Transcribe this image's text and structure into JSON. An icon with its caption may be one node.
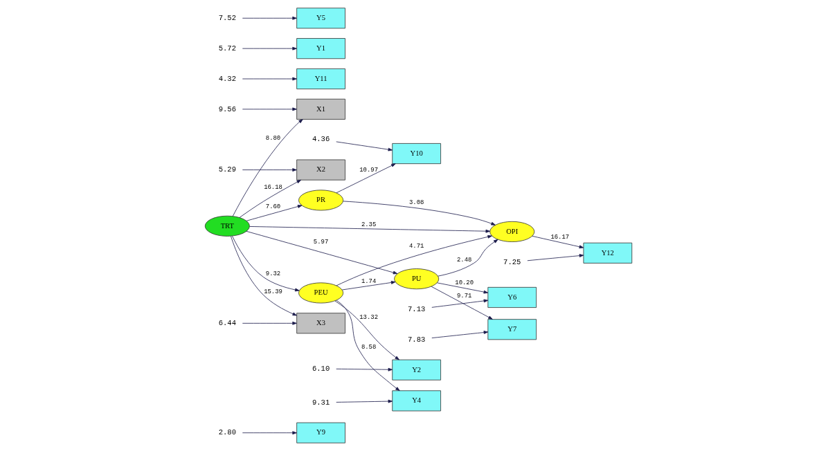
{
  "diagram": {
    "nodes": [
      {
        "text": [
          "Y9"
        ]
      },
      {
        "text": [
          "Y10"
        ]
      },
      {
        "text": [
          "X1"
        ]
      },
      {
        "text": [
          "PR"
        ]
      },
      {
        "text": [
          "Y11"
        ]
      },
      {
        "text": [
          "X2"
        ]
      },
      {
        "text": [
          "TRT"
        ]
      },
      {
        "text": [
          "OPI"
        ]
      },
      {
        "text": [
          "Y12"
        ]
      },
      {
        "text": [
          "X3"
        ]
      },
      {
        "text": [
          "PEU"
        ]
      },
      {
        "text": [
          "PU"
        ]
      },
      {
        "text": [
          "Y1"
        ]
      },
      {
        "text": [
          "Y2"
        ]
      },
      {
        "text": [
          "Y4"
        ]
      },
      {
        "text": [
          "Y5"
        ]
      },
      {
        "text": [
          "Y6"
        ]
      },
      {
        "text": [
          "Y7"
        ]
      },
      {
        "text": [
          "2.80"
        ]
      },
      {
        "text": [
          "4.36"
        ]
      },
      {
        "text": [
          "9.56"
        ]
      },
      {
        "text": [
          "4.32"
        ]
      },
      {
        "text": [
          "5.29"
        ]
      },
      {
        "text": [
          "7.25"
        ]
      },
      {
        "text": [
          "6.44"
        ]
      },
      {
        "text": [
          "5.72"
        ]
      },
      {
        "text": [
          "6.10"
        ]
      },
      {
        "text": [
          "9.31"
        ]
      },
      {
        "text": [
          "7.52"
        ]
      },
      {
        "text": [
          "7.13"
        ]
      },
      {
        "text": [
          "7.83"
        ]
      }
    ],
    "edges": [
      {
        "from": 6,
        "to": 2,
        "arrow": "to",
        "label": "8.80"
      },
      {
        "from": 6,
        "to": 5,
        "arrow": "to",
        "label": "16.18"
      },
      {
        "from": 6,
        "to": 9,
        "arrow": "to",
        "label": "15.39"
      },
      {
        "from": 6,
        "to": 3,
        "arrow": "to",
        "label": "7.60"
      },
      {
        "from": 6,
        "to": 7,
        "arrow": "to",
        "label": "2.35"
      },
      {
        "from": 6,
        "to": 11,
        "arrow": "to",
        "label": "5.97"
      },
      {
        "from": 6,
        "to": 10,
        "arrow": "to",
        "label": "9.32"
      },
      {
        "from": 3,
        "to": 1,
        "arrow": "to",
        "label": "10.97"
      },
      {
        "from": 3,
        "to": 7,
        "arrow": "to",
        "label": "3.08"
      },
      {
        "from": 10,
        "to": 7,
        "arrow": "to",
        "label": "4.71"
      },
      {
        "from": 10,
        "to": 11,
        "arrow": "to",
        "label": "1.74"
      },
      {
        "from": 11,
        "to": 7,
        "arrow": "to",
        "label": "2.48"
      },
      {
        "from": 7,
        "to": 8,
        "arrow": "to",
        "label": "16.17"
      },
      {
        "from": 10,
        "to": 13,
        "arrow": "to",
        "label": "13.32"
      },
      {
        "from": 10,
        "to": 14,
        "arrow": "to",
        "label": "8.58"
      },
      {
        "from": 11,
        "to": 16,
        "arrow": "to",
        "label": "10.20"
      },
      {
        "from": 11,
        "to": 17,
        "arrow": "to",
        "label": "9.71"
      },
      {
        "from": 18,
        "to": 0,
        "arrow": "to"
      },
      {
        "from": 19,
        "to": 1,
        "arrow": "to"
      },
      {
        "from": 20,
        "to": 2,
        "arrow": "to"
      },
      {
        "from": 21,
        "to": 4,
        "arrow": "to"
      },
      {
        "from": 22,
        "to": 5,
        "arrow": "to"
      },
      {
        "from": 23,
        "to": 8,
        "arrow": "to"
      },
      {
        "from": 24,
        "to": 9,
        "arrow": "to"
      },
      {
        "from": 25,
        "to": 12,
        "arrow": "to"
      },
      {
        "from": 26,
        "to": 13,
        "arrow": "to"
      },
      {
        "from": 27,
        "to": 14,
        "arrow": "to"
      },
      {
        "from": 28,
        "to": 15,
        "arrow": "to"
      },
      {
        "from": 29,
        "to": 16,
        "arrow": "to"
      },
      {
        "from": 30,
        "to": 17,
        "arrow": "to"
      }
    ]
  }
}
